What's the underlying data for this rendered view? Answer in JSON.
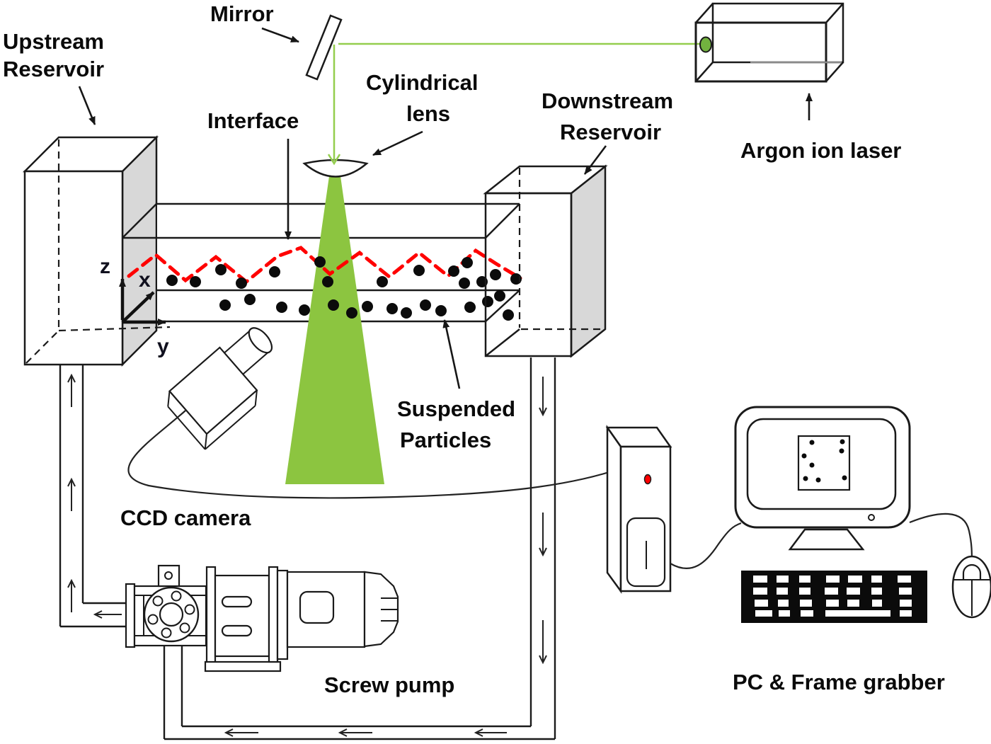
{
  "diagram": {
    "labels": {
      "upstream_reservoir": {
        "line1": "Upstream",
        "line2": "Reservoir"
      },
      "mirror": "Mirror",
      "interface": "Interface",
      "cylindrical_lens": {
        "line1": "Cylindrical",
        "line2": "lens"
      },
      "downstream_reservoir": {
        "line1": "Downstream",
        "line2": "Reservoir"
      },
      "argon_ion_laser": "Argon ion laser",
      "suspended_particles": {
        "line1": "Suspended",
        "line2": "Particles"
      },
      "ccd_camera": "CCD camera",
      "screw_pump": "Screw pump",
      "pc_frame_grabber": "PC & Frame grabber"
    },
    "axes": {
      "x": "x",
      "y": "y",
      "z": "z"
    },
    "colors": {
      "laser_beam": "#94CE4E",
      "laser_sheet": "#8CC540",
      "laser_aperture": "#72B23F",
      "interface_red": "#FF0000",
      "particle": "#0b0b0b",
      "reservoir_shade": "#D8D8D8",
      "led_red": "#FF0000"
    }
  }
}
